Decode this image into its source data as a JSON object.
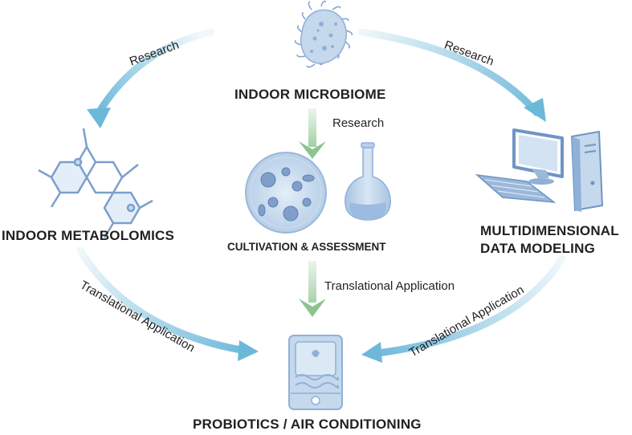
{
  "nodes": {
    "microbiome": "INDOOR  MICROBIOME",
    "metabolomics": "INDOOR METABOLOMICS",
    "cultivation": "CULTIVATION & ASSESSMENT",
    "modeling_line1": "MULTIDIMENSIONAL",
    "modeling_line2": "DATA MODELING",
    "probiotics": "PROBIOTICS / AIR CONDITIONING"
  },
  "edges": {
    "left_top": "Research",
    "right_top": "Research",
    "center_top": "Research",
    "center_bottom": "Translational Application",
    "left_bottom": "Translational Application",
    "right_bottom": "Translational Application"
  },
  "colors": {
    "blue_arrow": "#6cb8d9",
    "green_arrow": "#9acb9c",
    "icon_fill": "#c5d8ec",
    "icon_stroke": "#6f95c4"
  }
}
